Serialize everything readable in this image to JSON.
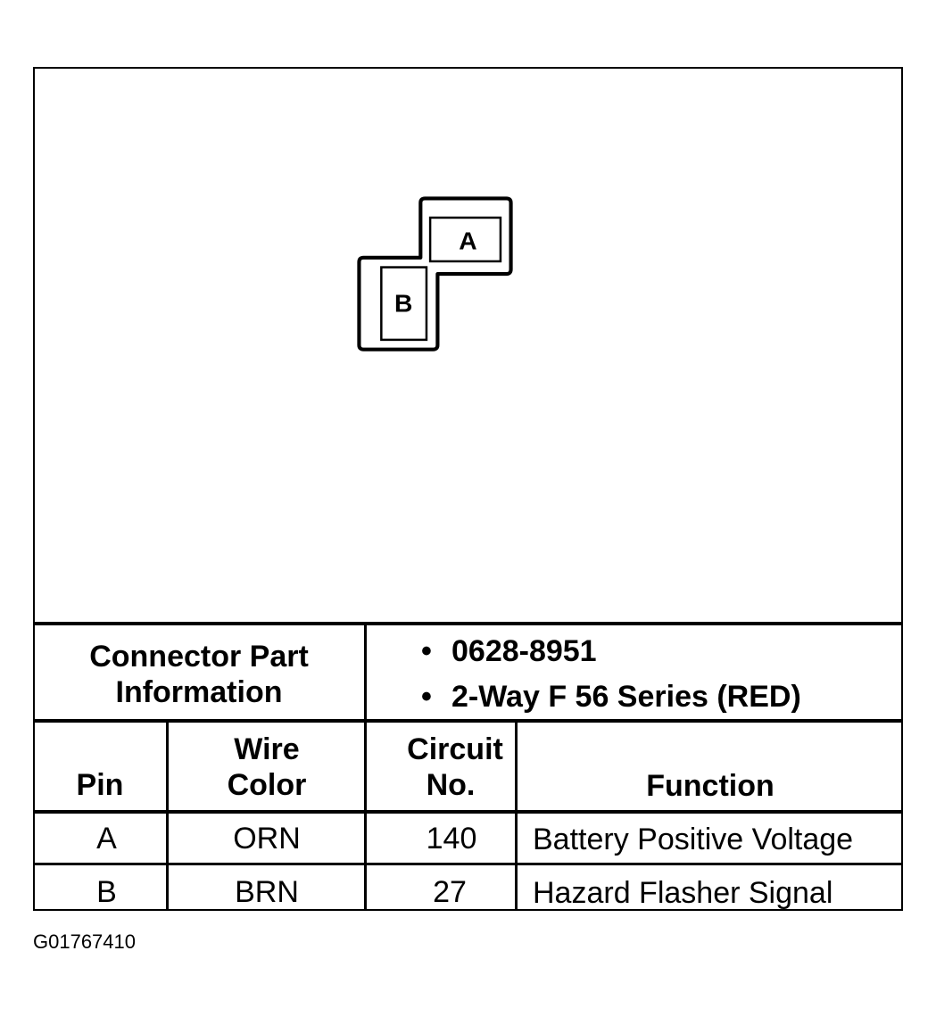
{
  "connector": {
    "pins": [
      "A",
      "B"
    ]
  },
  "part_info": {
    "label_line1": "Connector Part",
    "label_line2": "Information",
    "items": [
      "0628-8951",
      "2-Way F 56 Series (RED)"
    ],
    "bullet": "•"
  },
  "table": {
    "headers": {
      "pin": "Pin",
      "wire_color_line1": "Wire",
      "wire_color_line2": "Color",
      "circuit_line1": "Circuit",
      "circuit_line2": "No.",
      "function": "Function"
    },
    "rows": [
      {
        "pin": "A",
        "wire_color": "ORN",
        "circuit": "140",
        "function": "Battery Positive Voltage"
      },
      {
        "pin": "B",
        "wire_color": "BRN",
        "circuit": "27",
        "function": "Hazard Flasher Signal"
      }
    ]
  },
  "figure_id": "G01767410"
}
